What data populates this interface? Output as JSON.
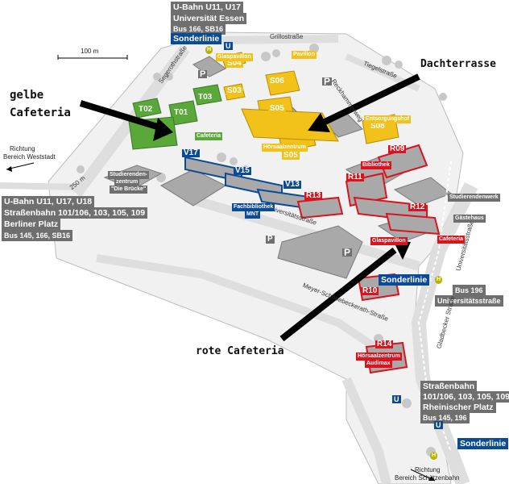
{
  "colors": {
    "yellow": "#f2c21a",
    "green": "#5aa83a",
    "blue": "#0b4a96",
    "red": "#d8141e",
    "grey_box": "#6f6f6f",
    "street": "#e9e9e9",
    "building": "#a9a9a9"
  },
  "scale_bar": {
    "label": "100 m"
  },
  "annotations": {
    "gelbe_line1": "gelbe",
    "gelbe_line2": "Cafeteria",
    "dachterrasse": "Dachterrasse",
    "rote": "rote Cafeteria"
  },
  "transit": {
    "top": {
      "line1": "U-Bahn U11, U17",
      "line2": "Universität Essen",
      "line3": "Bus 166, SB16",
      "sonder": "Sonderlinie"
    },
    "left": {
      "line1": "U-Bahn U11, U17, U18",
      "line2": "Straßenbahn 101/106, 103, 105, 109",
      "line3": "Berliner Platz",
      "line4": "Bus 145, 166, SB16"
    },
    "right_mid": {
      "sonder": "Sonderlinie",
      "bus": "Bus 196",
      "stop": "Universitätsstraße"
    },
    "right_low": {
      "line1": "Straßenbahn",
      "line2": "101/106, 103, 105, 109",
      "line3": "Rheinischer Platz",
      "line4": "Bus 145, 196"
    },
    "bottom_sonder": "Sonderlinie"
  },
  "directions": {
    "west_line1": "Richtung",
    "west_line2": "Bereich Weststadt",
    "south_line1": "Richtung",
    "south_line2": "Bereich Schützenbahn"
  },
  "streets": {
    "grillo": "Grillostraße",
    "segeroth": "Segerothstraße",
    "tiegel": "Tiegelstraße",
    "reckhammer": "Reckhammerweg",
    "gladbecker": "Gladbecker Straße",
    "meyer": "Meyer-Schönebeckerath-Straße",
    "uni": "Universitätsstraße",
    "uni2": "Universitätsstraße",
    "km": "250 m"
  },
  "buildings": {
    "S04": "S04",
    "S03": "S03",
    "S06": "S06",
    "S05": "S05",
    "S05b": "S05",
    "S08": "S08",
    "T02": "T02",
    "T03": "T03",
    "T01": "T01",
    "V17": "V17",
    "V15": "V15",
    "V13": "V13",
    "R09": "R09",
    "R11": "R11",
    "R12": "R12",
    "R13": "R13",
    "R10": "R10",
    "R14": "R14"
  },
  "labels": {
    "glaspavillon_top": "Glaspavillon",
    "pavillon": "Pavillon",
    "entsorgung": "Entsorgungshof",
    "hoersaal_s": "Hörsaalzentrum",
    "cafeteria_t": "Cafeteria",
    "bruecke1": "Studierenden-",
    "bruecke2": "zentrum",
    "bruecke3": "\"Die Brücke\"",
    "fachbib1": "Fachbibliothek",
    "fachbib2": "MNT",
    "bibliothek": "Bibliothek",
    "studwerk": "Studierendenwerk",
    "gaeste": "Gästehaus",
    "glaspavillon": "Glaspavillon",
    "cafeteria_r": "Cafeteria",
    "audimax1": "Hörsaalzentrum",
    "audimax2": "Audimax"
  },
  "map_letters": {
    "P": "P",
    "U": "U",
    "H": "H"
  }
}
